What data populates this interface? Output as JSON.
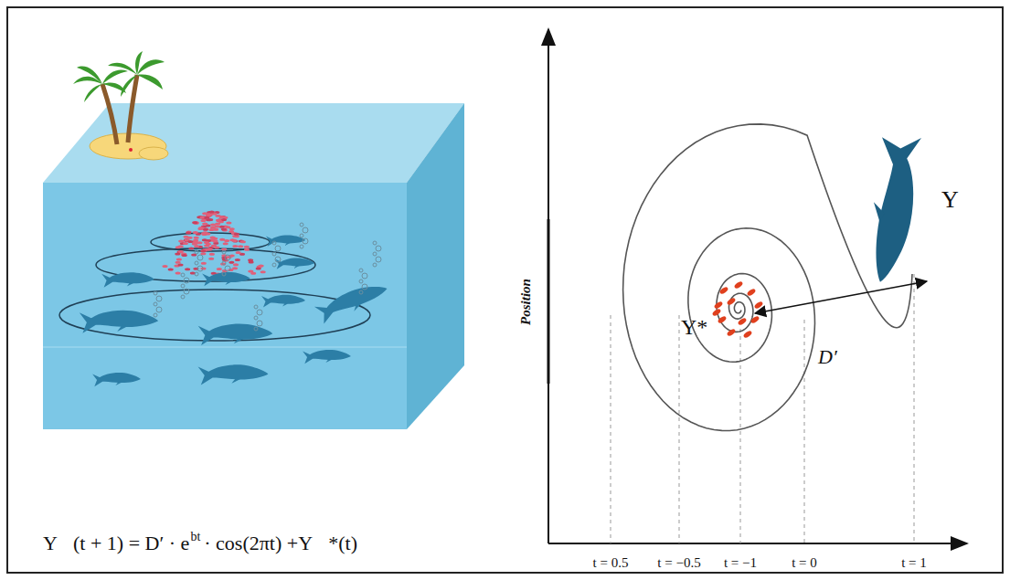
{
  "diagram": {
    "labels": [
      "Y⃗(t + 1) = D′ · e",
      "bt",
      "· cos(2πt) +Y⃗*(t)",
      "Position",
      "Y*",
      "D′",
      "Y",
      "t = 0.5",
      "t = −0.5",
      "t = −1",
      "t = 0",
      "t = 1"
    ]
  }
}
